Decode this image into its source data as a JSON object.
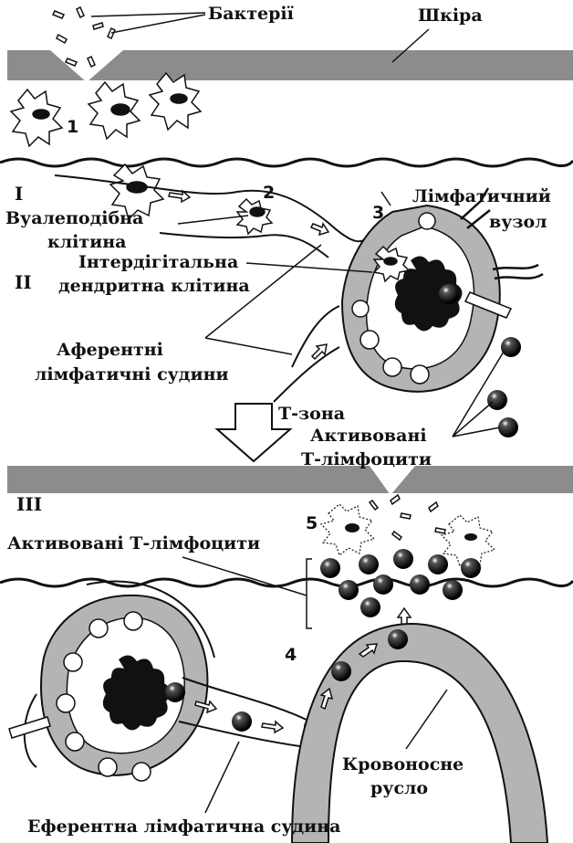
{
  "labels": {
    "bacteria": "Бактерії",
    "skin": "Шкіра",
    "veil_cell_line1": "Вуалеподібна",
    "veil_cell_line2": "клітина",
    "lymph_node_line1": "Лімфатичний",
    "lymph_node_line2": "вузол",
    "interdigital_line1": "Інтердігітальна",
    "interdigital_line2": "дендритна клітина",
    "afferent_line1": "Аферентні",
    "afferent_line2": "лімфатичні судини",
    "t_zone": "Т-зона",
    "activated_t_line1": "Активовані",
    "activated_t_line2": "Т-лімфоцити",
    "activated_t_full": "Активовані Т-лімфоцити",
    "bloodstream_line1": "Кровоносне",
    "bloodstream_line2": "русло",
    "efferent": "Еферентна лімфатична судина"
  },
  "stage_numbers": [
    "1",
    "2",
    "3",
    "4",
    "5"
  ],
  "roman_numerals": [
    "I",
    "II",
    "III"
  ],
  "colors": {
    "skin_gray": "#8c8c8c",
    "cortex_gray": "#b4b4b4",
    "ink": "#111111"
  }
}
